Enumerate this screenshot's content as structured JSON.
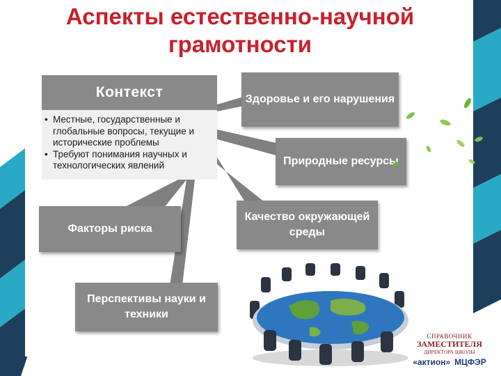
{
  "slide": {
    "title": "Аспекты естественно-научной грамотности"
  },
  "context": {
    "header": "Контекст",
    "bullets": [
      "Местные, государственные и глобальные вопросы, текущие и исторические проблемы",
      "Требуют понимания научных и технологических явлений"
    ]
  },
  "aspects": {
    "health": "Здоровье и его нарушения",
    "nature": "Природные ресурсы",
    "quality": "Качество окружающей среды",
    "risk": "Факторы риска",
    "future": "Перспективы науки и техники"
  },
  "logos": {
    "line1": "СПРАВОЧНИК",
    "line2": "ЗАМЕСТИТЕЛЯ",
    "line3": "ДИРЕКТОРА ШКОЛЫ",
    "aktion": "«актион»",
    "mcfer": "МЦФЭР"
  },
  "colors": {
    "title": "#c8202b",
    "box": "#898989",
    "stripe_dark": "#1e3f5c",
    "stripe_teal": "#2aa9c6"
  }
}
